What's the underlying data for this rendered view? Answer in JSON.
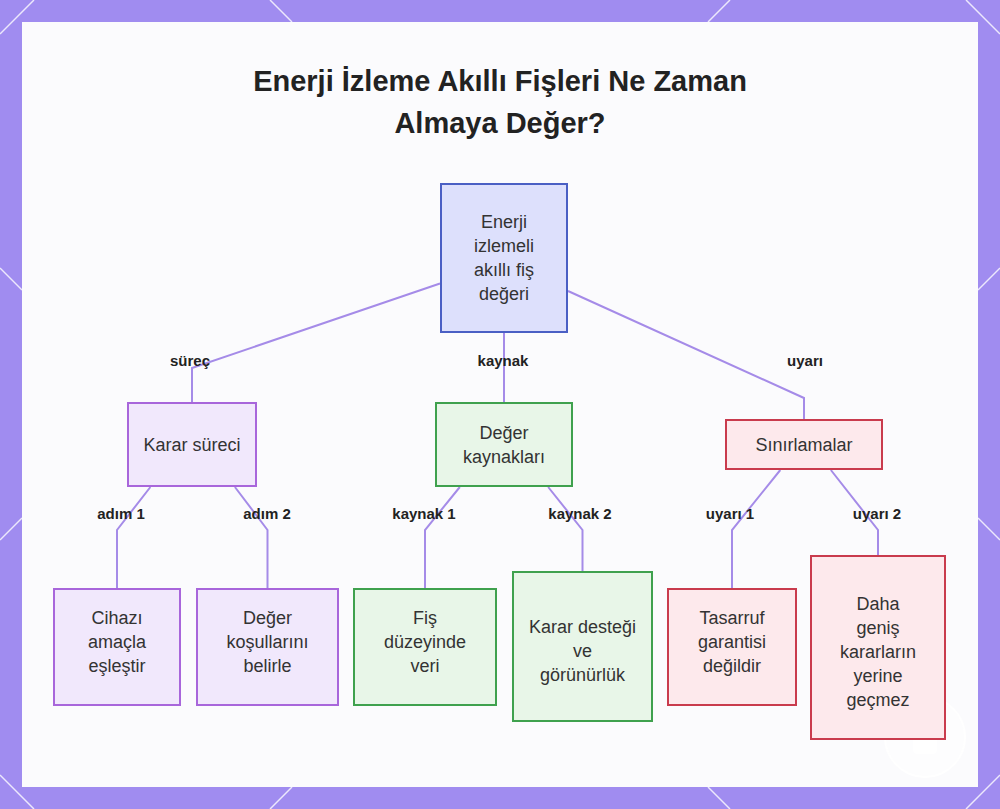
{
  "diagram": {
    "title": "Enerji İzleme Akıllı Fişleri Ne Zaman Almaya Değer?",
    "nodes": [
      {
        "text": [
          "Enerji izlemeli akıllı fiş değeri"
        ]
      },
      {
        "text": [
          "Karar süreci"
        ]
      },
      {
        "text": [
          "Değer kaynakları"
        ]
      },
      {
        "text": [
          "Sınırlamalar"
        ]
      },
      {
        "text": [
          "Cihazı amaçla eşleştir"
        ]
      },
      {
        "text": [
          "Değer koşullarını belirle"
        ]
      },
      {
        "text": [
          "Fiş düzeyinde veri"
        ]
      },
      {
        "text": [
          "Karar desteği ve görünürlük"
        ]
      },
      {
        "text": [
          "Tasarruf garantisi değildir"
        ]
      },
      {
        "text": [
          "Daha geniş kararların yerine geçmez"
        ]
      }
    ],
    "edges": [
      {
        "from": 0,
        "to": 1,
        "label": "süreç",
        "arrow": "none"
      },
      {
        "from": 0,
        "to": 2,
        "label": "kaynak",
        "arrow": "none"
      },
      {
        "from": 0,
        "to": 3,
        "label": "uyarı",
        "arrow": "none"
      },
      {
        "from": 1,
        "to": 4,
        "label": "adım 1",
        "arrow": "none"
      },
      {
        "from": 1,
        "to": 5,
        "label": "adım 2",
        "arrow": "none"
      },
      {
        "from": 2,
        "to": 6,
        "label": "kaynak 1",
        "arrow": "none"
      },
      {
        "from": 2,
        "to": 7,
        "label": "kaynak 2",
        "arrow": "none"
      },
      {
        "from": 3,
        "to": 8,
        "label": "uyarı 1",
        "arrow": "none"
      },
      {
        "from": 3,
        "to": 9,
        "label": "uyarı 2",
        "arrow": "none"
      }
    ]
  }
}
